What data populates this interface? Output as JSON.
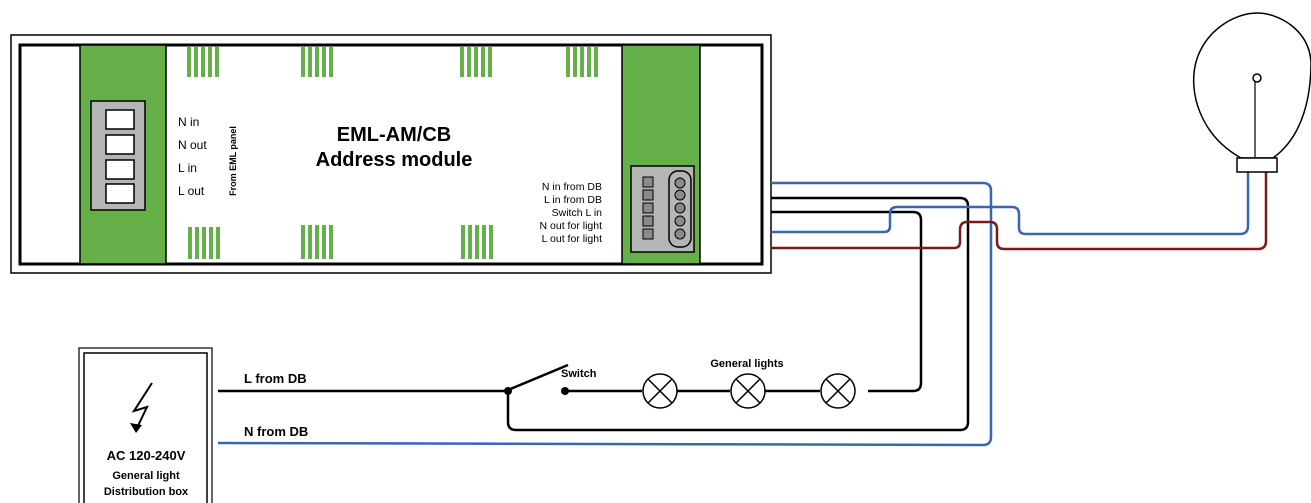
{
  "module": {
    "title_line1": "EML-AM/CB",
    "title_line2": "Address module",
    "left_terminals": [
      "N in",
      "N out",
      "L in",
      "L out"
    ],
    "from_panel_label": "From EML panel",
    "right_terminals": [
      "N in from DB",
      "L in from DB",
      "Switch L in",
      "N out for light",
      "L out for light"
    ]
  },
  "distribution_box": {
    "voltage": "AC 120-240V",
    "name_line1": "General light",
    "name_line2": "Distribution box",
    "hazard_icon": "lightning-icon"
  },
  "wires": {
    "l_label": "L from DB",
    "n_label": "N from DB",
    "switch_label": "Switch",
    "lights_label": "General lights"
  },
  "colors": {
    "green": "#66b04a",
    "blue_wire": "#3a66b0",
    "red_wire": "#7a1a1a",
    "black_wire": "#000000",
    "box_gray": "#b5b5b5"
  }
}
